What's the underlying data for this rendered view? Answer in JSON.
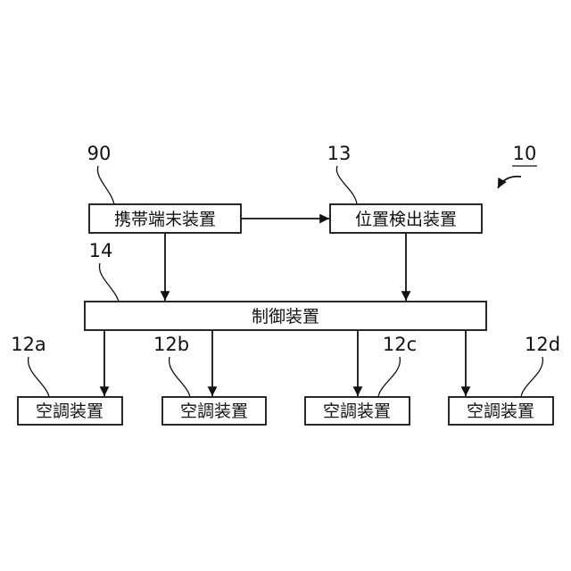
{
  "figure": {
    "system_ref": "10",
    "mobile_terminal": {
      "ref": "90",
      "label": "携帯端末装置"
    },
    "position_detector": {
      "ref": "13",
      "label": "位置検出装置"
    },
    "controller": {
      "ref": "14",
      "label": "制御装置"
    },
    "air_conditioners": [
      {
        "ref": "12a",
        "label": "空調装置"
      },
      {
        "ref": "12b",
        "label": "空調装置"
      },
      {
        "ref": "12c",
        "label": "空調装置"
      },
      {
        "ref": "12d",
        "label": "空調装置"
      }
    ]
  }
}
